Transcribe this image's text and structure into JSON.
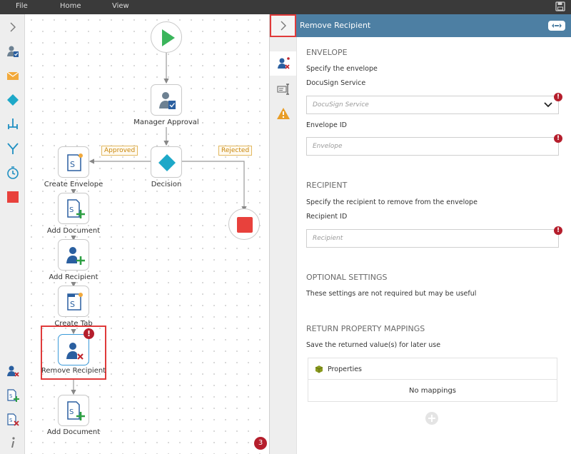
{
  "menu": {
    "file": "File",
    "home": "Home",
    "view": "View"
  },
  "canvas": {
    "nodes": {
      "manager_approval": "Manager Approval",
      "decision": "Decision",
      "create_envelope": "Create Envelope",
      "add_document_1": "Add Document",
      "add_recipient": "Add Recipient",
      "create_tab": "Create Tab",
      "remove_recipient": "Remove Recipient",
      "add_document_2": "Add Document"
    },
    "branches": {
      "approved": "Approved",
      "rejected": "Rejected"
    },
    "error_count": "3",
    "error_mark": "!"
  },
  "panel": {
    "title": "Remove Recipient",
    "envelope": {
      "heading": "ENVELOPE",
      "description": "Specify the envelope",
      "service_label": "DocuSign Service",
      "service_placeholder": "DocuSign Service",
      "id_label": "Envelope ID",
      "id_placeholder": "Envelope"
    },
    "recipient": {
      "heading": "RECIPIENT",
      "description": "Specify the recipient to remove from the envelope",
      "id_label": "Recipient ID",
      "id_placeholder": "Recipient"
    },
    "optional": {
      "heading": "OPTIONAL SETTINGS",
      "description": "These settings are not required but may be useful"
    },
    "mappings": {
      "heading": "RETURN PROPERTY MAPPINGS",
      "description": "Save the returned value(s) for later use",
      "properties_label": "Properties",
      "empty_text": "No mappings"
    },
    "required_mark": "!"
  },
  "colors": {
    "header": "#4d7fa3",
    "error": "#b51e2c",
    "start": "#3bb55b",
    "stop": "#e8413c",
    "decision": "#1da8c8",
    "highlight": "#e03a3a"
  }
}
